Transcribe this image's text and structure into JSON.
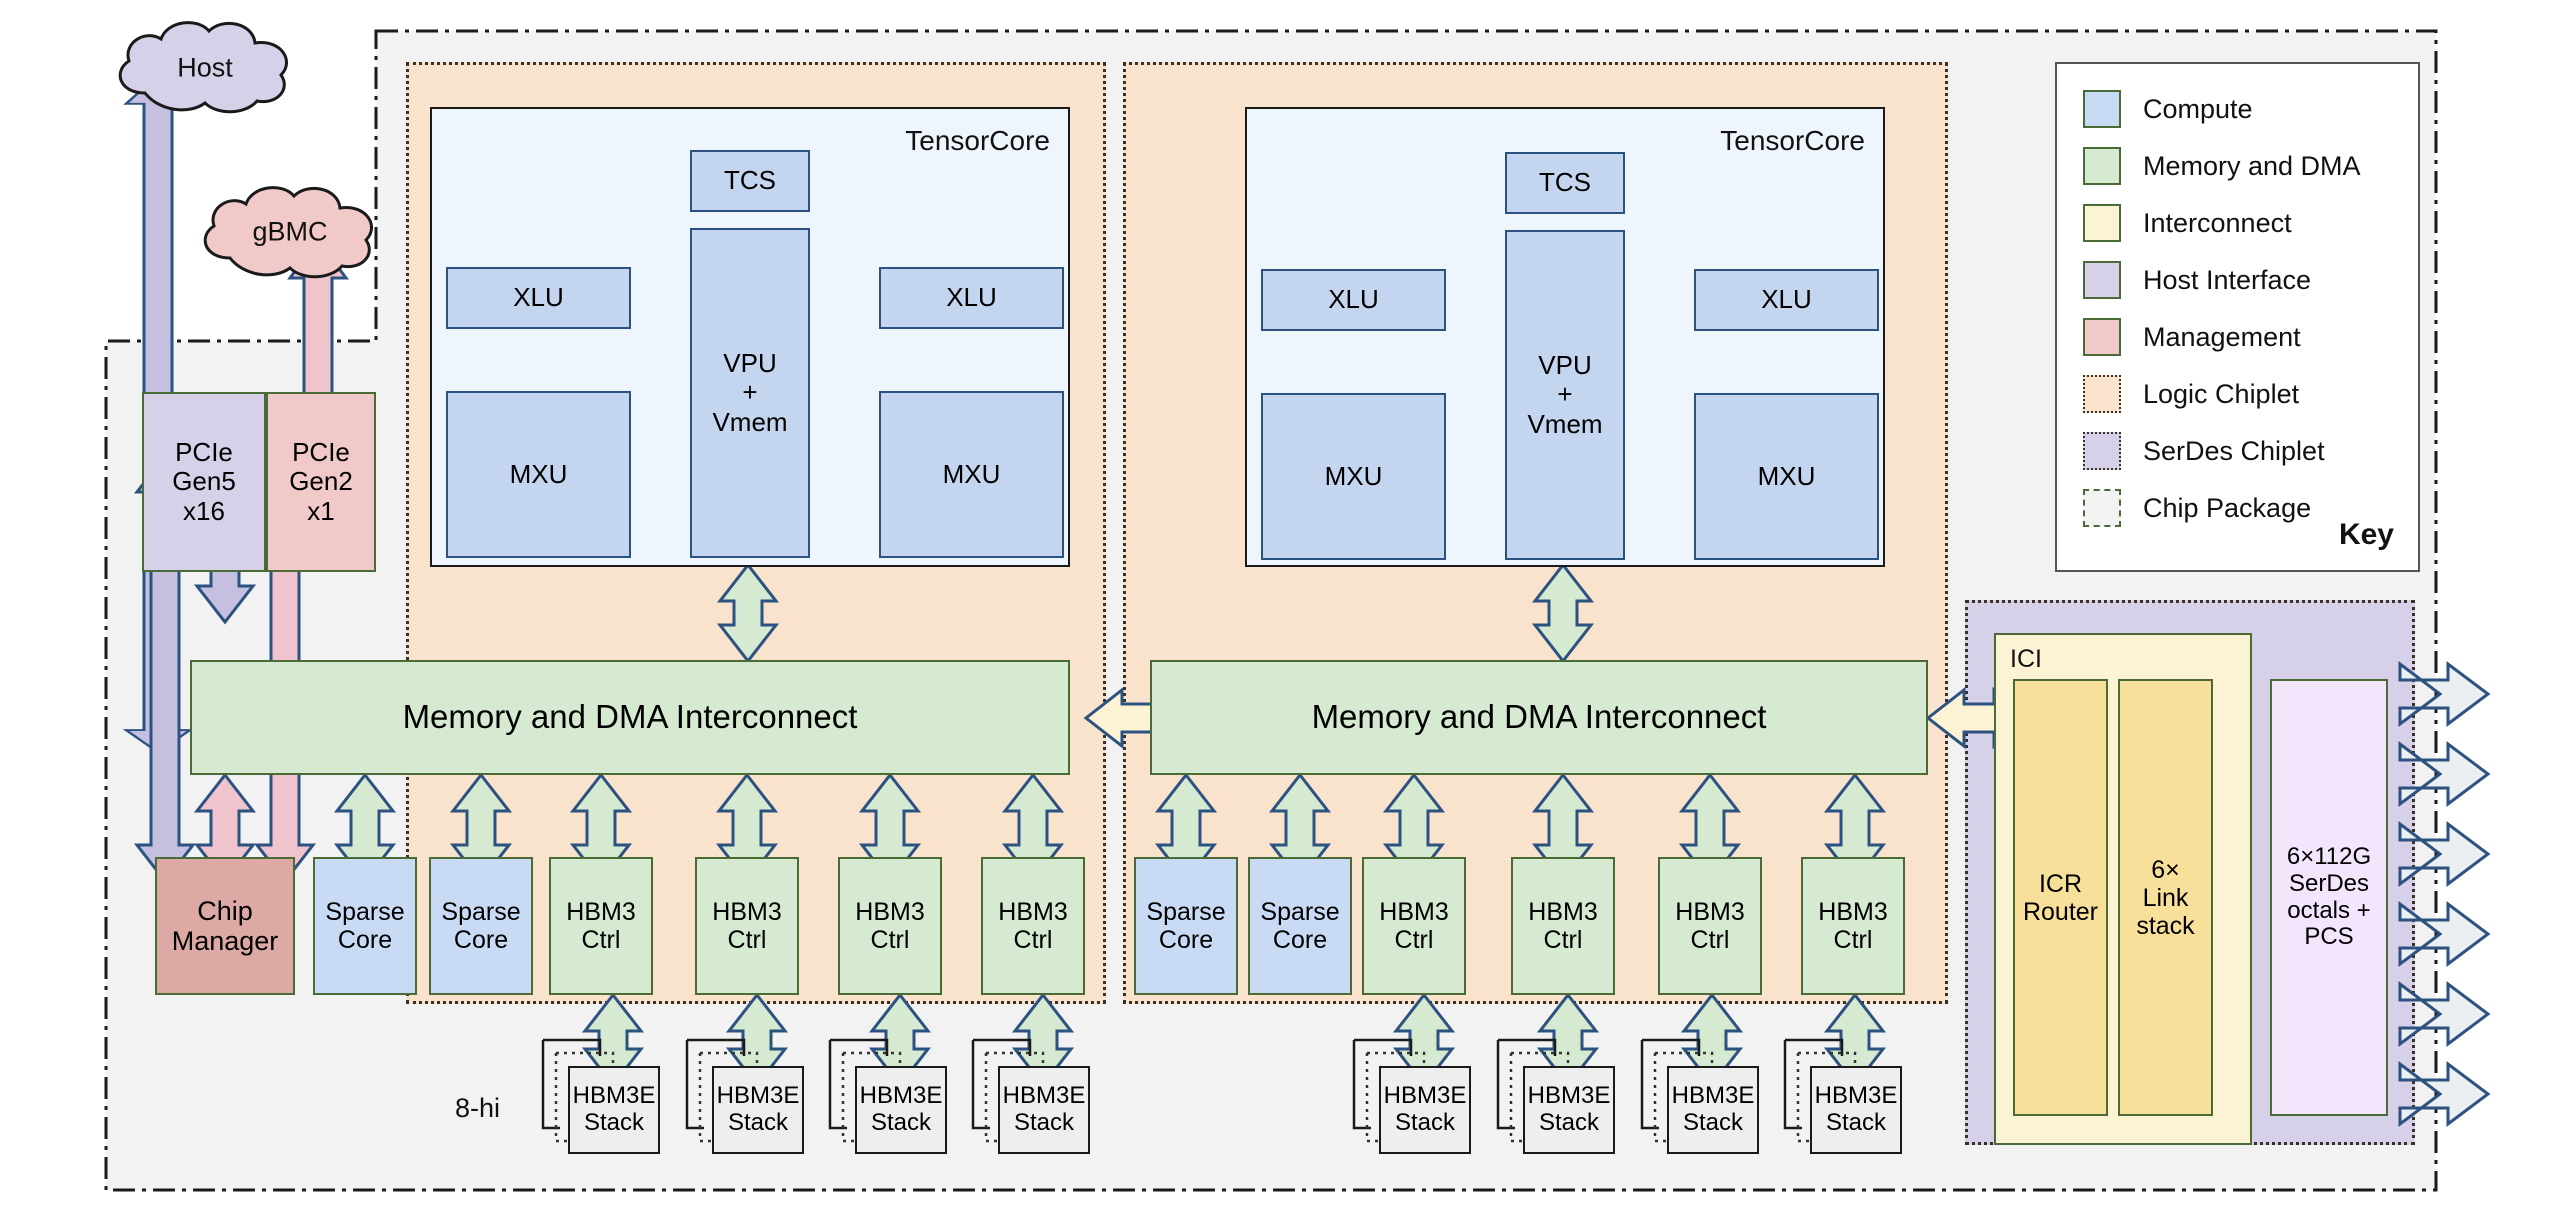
{
  "diagram": {
    "title": "TPU chip package architecture block diagram",
    "external_nodes": [
      {
        "id": "host",
        "label": "Host",
        "color": "#d6d0e8",
        "kind": "cloud"
      },
      {
        "id": "gbmc",
        "label": "gBMC",
        "color": "#f2c9c9",
        "kind": "cloud"
      }
    ],
    "annotations": [
      {
        "id": "hbm-height",
        "label": "8-hi"
      }
    ],
    "chiplets": [
      {
        "id": "logic-chiplet-0",
        "type": "Logic Chiplet",
        "tensorcore": {
          "label": "TensorCore",
          "blocks": [
            {
              "id": "tcs",
              "label": "TCS"
            },
            {
              "id": "xlu-left",
              "label": "XLU"
            },
            {
              "id": "xlu-right",
              "label": "XLU"
            },
            {
              "id": "vpu",
              "label": "VPU\n+\nVmem",
              "lines": [
                "VPU",
                "+",
                "Vmem"
              ]
            },
            {
              "id": "mxu-left",
              "label": "MXU"
            },
            {
              "id": "mxu-right",
              "label": "MXU"
            }
          ]
        },
        "interconnect": {
          "label": "Memory and DMA Interconnect"
        },
        "host_interface": [
          {
            "id": "pcie-gen5",
            "lines": [
              "PCIe",
              "Gen5",
              "x16"
            ],
            "category": "Host Interface"
          },
          {
            "id": "pcie-gen2",
            "lines": [
              "PCIe",
              "Gen2",
              "x1"
            ],
            "category": "Management"
          }
        ],
        "bottom_row": [
          {
            "id": "chip-manager",
            "lines": [
              "Chip",
              "Manager"
            ],
            "category": "Management"
          },
          {
            "id": "sparse-core-0",
            "lines": [
              "Sparse",
              "Core"
            ],
            "category": "Compute"
          },
          {
            "id": "sparse-core-1",
            "lines": [
              "Sparse",
              "Core"
            ],
            "category": "Compute"
          },
          {
            "id": "hbm3-ctrl-0",
            "lines": [
              "HBM3",
              "Ctrl"
            ],
            "category": "Memory and DMA"
          },
          {
            "id": "hbm3-ctrl-1",
            "lines": [
              "HBM3",
              "Ctrl"
            ],
            "category": "Memory and DMA"
          },
          {
            "id": "hbm3-ctrl-2",
            "lines": [
              "HBM3",
              "Ctrl"
            ],
            "category": "Memory and DMA"
          },
          {
            "id": "hbm3-ctrl-3",
            "lines": [
              "HBM3",
              "Ctrl"
            ],
            "category": "Memory and DMA"
          }
        ],
        "hbm_stacks": [
          {
            "id": "hbm3e-stack-0",
            "lines": [
              "HBM3E",
              "Stack"
            ]
          },
          {
            "id": "hbm3e-stack-1",
            "lines": [
              "HBM3E",
              "Stack"
            ]
          },
          {
            "id": "hbm3e-stack-2",
            "lines": [
              "HBM3E",
              "Stack"
            ]
          },
          {
            "id": "hbm3e-stack-3",
            "lines": [
              "HBM3E",
              "Stack"
            ]
          }
        ]
      },
      {
        "id": "logic-chiplet-1",
        "type": "Logic Chiplet",
        "tensorcore": {
          "label": "TensorCore",
          "blocks": [
            {
              "id": "tcs",
              "label": "TCS"
            },
            {
              "id": "xlu-left",
              "label": "XLU"
            },
            {
              "id": "xlu-right",
              "label": "XLU"
            },
            {
              "id": "vpu",
              "label": "VPU\n+\nVmem",
              "lines": [
                "VPU",
                "+",
                "Vmem"
              ]
            },
            {
              "id": "mxu-left",
              "label": "MXU"
            },
            {
              "id": "mxu-right",
              "label": "MXU"
            }
          ]
        },
        "interconnect": {
          "label": "Memory and DMA Interconnect"
        },
        "bottom_row": [
          {
            "id": "sparse-core-0",
            "lines": [
              "Sparse",
              "Core"
            ],
            "category": "Compute"
          },
          {
            "id": "sparse-core-1",
            "lines": [
              "Sparse",
              "Core"
            ],
            "category": "Compute"
          },
          {
            "id": "hbm3-ctrl-0",
            "lines": [
              "HBM3",
              "Ctrl"
            ],
            "category": "Memory and DMA"
          },
          {
            "id": "hbm3-ctrl-1",
            "lines": [
              "HBM3",
              "Ctrl"
            ],
            "category": "Memory and DMA"
          },
          {
            "id": "hbm3-ctrl-2",
            "lines": [
              "HBM3",
              "Ctrl"
            ],
            "category": "Memory and DMA"
          },
          {
            "id": "hbm3-ctrl-3",
            "lines": [
              "HBM3",
              "Ctrl"
            ],
            "category": "Memory and DMA"
          }
        ],
        "hbm_stacks": [
          {
            "id": "hbm3e-stack-0",
            "lines": [
              "HBM3E",
              "Stack"
            ]
          },
          {
            "id": "hbm3e-stack-1",
            "lines": [
              "HBM3E",
              "Stack"
            ]
          },
          {
            "id": "hbm3e-stack-2",
            "lines": [
              "HBM3E",
              "Stack"
            ]
          },
          {
            "id": "hbm3e-stack-3",
            "lines": [
              "HBM3E",
              "Stack"
            ]
          }
        ]
      }
    ],
    "serdes_chiplet": {
      "id": "serdes-chiplet",
      "type": "SerDes Chiplet",
      "ici": {
        "label": "ICI",
        "blocks": [
          {
            "id": "icr-router",
            "lines": [
              "ICR",
              "Router"
            ]
          },
          {
            "id": "link-stack",
            "lines": [
              "6×",
              "Link",
              "stack"
            ]
          }
        ]
      },
      "serdes": {
        "id": "serdes-octals",
        "lines": [
          "6×112G",
          "SerDes",
          "octals +",
          "PCS"
        ]
      },
      "external_links": 6
    }
  },
  "key": {
    "title": "Key",
    "items": [
      {
        "label": "Compute",
        "color": "#c9daf5",
        "border": "solid"
      },
      {
        "label": "Memory and DMA",
        "color": "#d5ead0",
        "border": "solid"
      },
      {
        "label": "Interconnect",
        "color": "#fcf3d4",
        "border": "solid"
      },
      {
        "label": "Host Interface",
        "color": "#d6d0e8",
        "border": "solid"
      },
      {
        "label": "Management",
        "color": "#f2c9c9",
        "border": "solid"
      },
      {
        "label": "Logic Chiplet",
        "color": "#fae3cd",
        "border": "dotted"
      },
      {
        "label": "SerDes Chiplet",
        "color": "#d6d0e8",
        "border": "dotted"
      },
      {
        "label": "Chip Package",
        "color": "#f2f2f2",
        "border": "dashed"
      }
    ]
  }
}
